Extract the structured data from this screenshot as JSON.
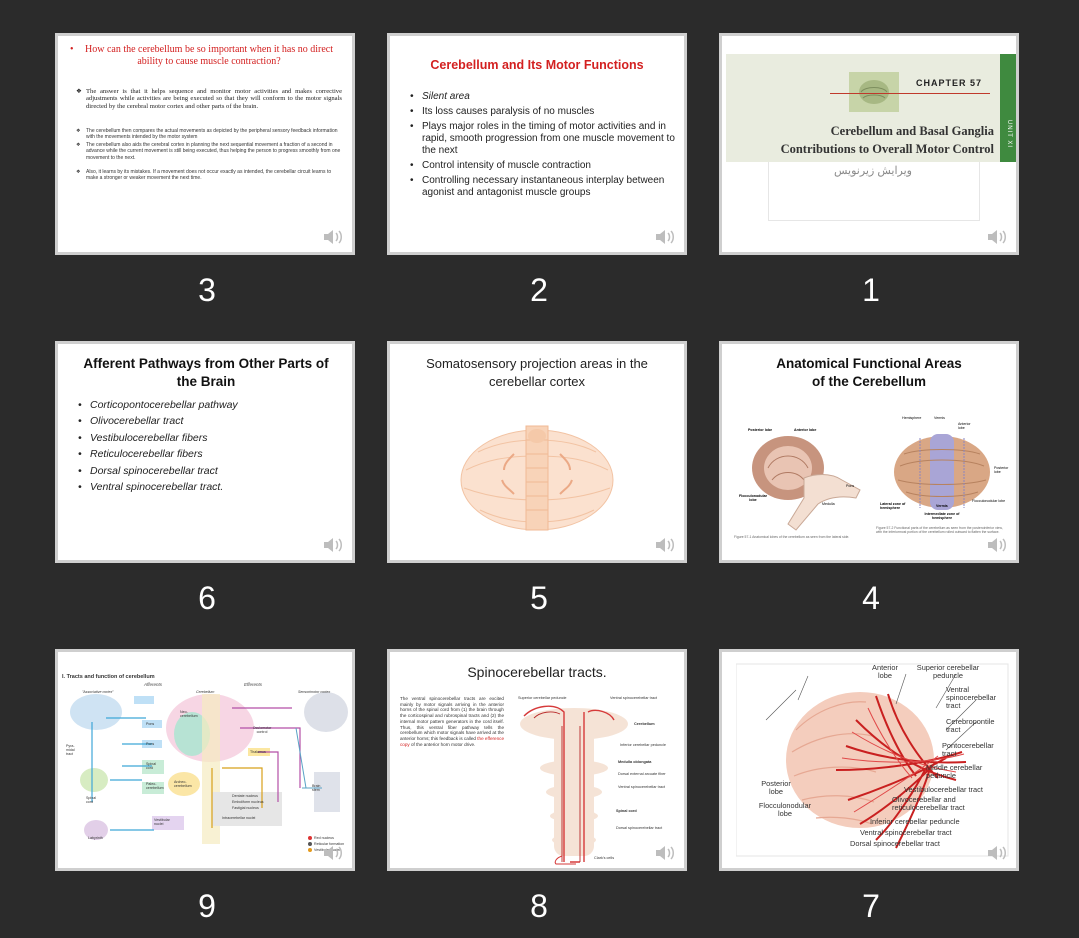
{
  "slides": [
    {
      "number": "3",
      "question": "How can the cerebellum be so important when it has no direct ability to cause muscle contraction?",
      "para1": "The answer is that it helps sequence and monitor motor activities and makes corrective adjustments while activities are being executed so that they will conform to the motor signals directed by the cerebral motor cortex and other parts of the brain.",
      "para2": "The cerebellum then compares the actual movements as depicted by the peripheral sensory feedback information with the movements intended by the motor system",
      "para3": "The cerebellum also aids the cerebral cortex in planning the next sequential movement a fraction of a second in advance while the current movement is still being executed, thus helping the person to progress smoothly from one movement to the next.",
      "para4": "Also, it learns by its mistakes. If a movement does not occur exactly as intended, the cerebellar circuit learns to make a stronger or weaker movement the next time."
    },
    {
      "number": "2",
      "title": "Cerebellum and Its Motor Functions",
      "bullets": [
        "Silent area",
        "Its loss causes paralysis of no muscles",
        "Plays major roles in the timing of motor activities and in rapid, smooth progression from one muscle movement to the next",
        "Control intensity of muscle contraction",
        "Controlling necessary instantaneous interplay between agonist and antagonist muscle groups"
      ]
    },
    {
      "number": "1",
      "chapter": "CHAPTER 57",
      "unit": "UNIT XI",
      "title_line1": "Cerebellum and Basal Ganglia",
      "title_line2": "Contributions to Overall Motor Control",
      "arabic": "ویرایش زیرنویس"
    },
    {
      "number": "6",
      "title": "Afferent Pathways from Other Parts of the Brain",
      "bullets": [
        "Corticopontocerebellar pathway",
        "Olivocerebellar tract",
        "Vestibulocerebellar fibers",
        "Reticulocerebellar fibers",
        "Dorsal spinocerebellar tract",
        "Ventral spinocerebellar tract."
      ]
    },
    {
      "number": "5",
      "title": "Somatosensory projection areas in the cerebellar cortex"
    },
    {
      "number": "4",
      "title_line1": "Anatomical Functional Areas",
      "title_line2": "of the Cerebellum",
      "labels_left": [
        "Posterior lobe",
        "Anterior lobe",
        "Flocculonodular lobe",
        "Pons",
        "Medulla"
      ],
      "labels_right": [
        "Hemisphere",
        "Vermis",
        "Anterior lobe",
        "Posterior lobe",
        "Lateral zone of hemisphere",
        "Vermis",
        "Intermediate zone of hemisphere",
        "Flocculonodular lobe"
      ],
      "caption_left": "Figure 57-1 Anatomical lobes of the cerebellum as seen from the lateral side.",
      "caption_right": "Figure 57-2 Functional parts of the cerebellum as seen from the posteroinferior view, with the inferiormost portion of the cerebellum rolled outward to flatten the surface."
    },
    {
      "number": "9",
      "header": "I. Tracts and function of cerebellum",
      "afferents": "Afferents",
      "efferents": "Efferents",
      "labels": [
        "\"Associative cortex\"",
        "Cerebellum",
        "Sensorimotor cortex",
        "Neo-cerebellum",
        "Pons",
        "Pons",
        "Oculomotor control",
        "Thalamus",
        "Spinal cord",
        "Paleo-cerebellum",
        "Archeo-cerebellum",
        "Pyra-midal tract",
        "Spinal cord",
        "Vestibular nuclei",
        "Labyrinth",
        "Dentate nucleus",
        "Emboliform nucleus",
        "Fastigial nucleus",
        "Intracerebellar nuclei",
        "Brain stem",
        "Red nucleus",
        "Reticular formation",
        "Vestibular nuclei"
      ]
    },
    {
      "number": "8",
      "title": "Spinocerebellar tracts.",
      "body": "The ventral spinocerebellar tracts are excited mainly by motor signals arriving in the anterior horns of the spinal cord from (1) the brain through the corticospinal and rubrospinal tracts and (2) the internal motor pattern generators in the cord itself. Thus, this ventral fiber pathway tells the cerebellum which motor signals have arrived at the anterior horns; this feedback is called",
      "highlight": "the efference copy",
      "body_end": "of the anterior horn motor drive.",
      "labels": [
        "Superior cerebellar peduncle",
        "Ventral spinocerebellar tract",
        "Cerebellum",
        "Inferior cerebellar peduncle",
        "Medulla oblongata",
        "Dorsal external arcuate fiber",
        "Ventral spinocerebellar tract",
        "Spinal cord",
        "Dorsal spinocerebellar tract",
        "Clark's cells"
      ]
    },
    {
      "number": "7",
      "labels": [
        "Anterior lobe",
        "Superior cerebellar peduncle",
        "Ventral spinocerebellar tract",
        "Cerebropontile tract",
        "Pontocerebellar tract",
        "Middle cerebellar peduncle",
        "Vestibulocerebellar tract",
        "Olivocerebellar and reticulocerebellar tract",
        "Inferior cerebellar peduncle",
        "Ventral spinocerebellar tract",
        "Dorsal spinocerebellar tract",
        "Posterior lobe",
        "Flocculonodular lobe"
      ]
    }
  ],
  "icons": {
    "audio": "speaker-icon"
  },
  "colors": {
    "background": "#2b2b2b",
    "accent_red": "#d32020",
    "border": "#cfcfcf",
    "unit_green": "#3f8a3f"
  }
}
